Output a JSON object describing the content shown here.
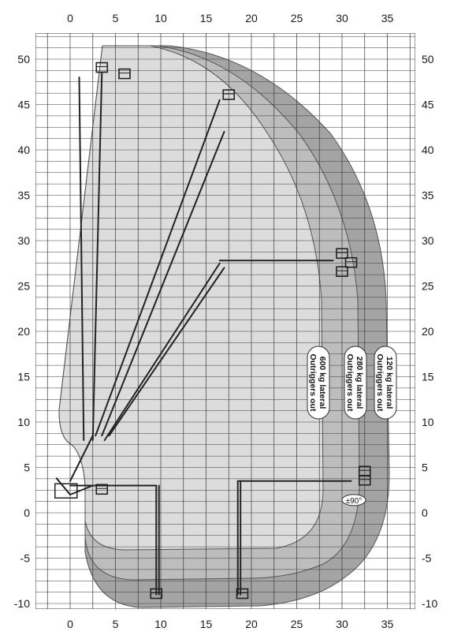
{
  "diagram": {
    "x_ticks": [
      "0",
      "5",
      "10",
      "15",
      "20",
      "25",
      "30",
      "35"
    ],
    "y_ticks": [
      "50",
      "45",
      "40",
      "35",
      "30",
      "25",
      "20",
      "15",
      "10",
      "5",
      "0",
      "-5",
      "-10"
    ],
    "x_range": [
      -4,
      38
    ],
    "y_range": [
      -11,
      52
    ],
    "zones": [
      {
        "id": "zone-600",
        "line1": "600 kg lateral",
        "line2": "Outriggers out",
        "fill": "#dcdcdc"
      },
      {
        "id": "zone-280",
        "line1": "280 kg lateral",
        "line2": "Outriggers out",
        "fill": "#bdbdbd"
      },
      {
        "id": "zone-120",
        "line1": "120 kg lateral",
        "line2": "Outriggers out",
        "fill": "#a4a4a4"
      }
    ],
    "rotation_badge": "±90°",
    "colors": {
      "grid": "#3a3a3a",
      "boom": "#222222",
      "outline": "#444444"
    }
  }
}
